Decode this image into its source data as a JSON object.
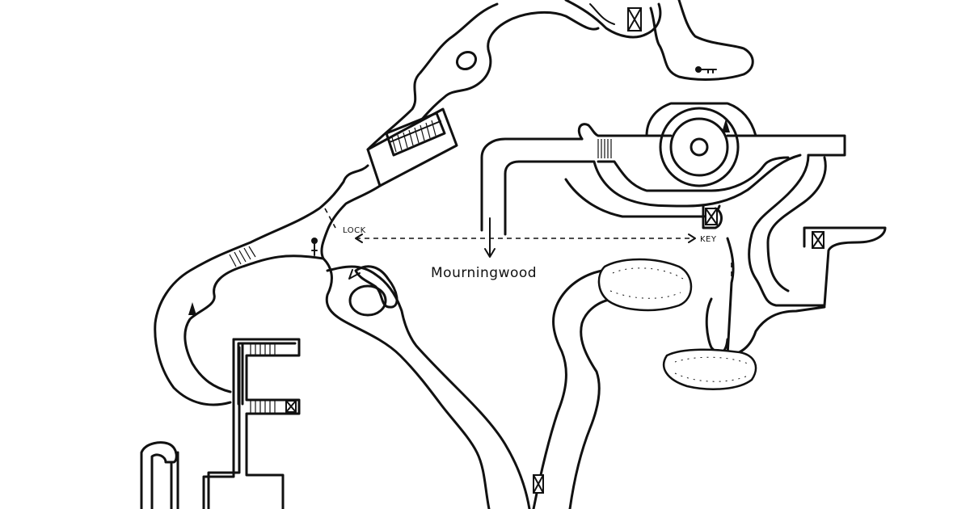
{
  "map": {
    "area_name": "Mourningwood",
    "annotations": {
      "lock": "LOCK",
      "key": "KEY"
    },
    "colors": {
      "ink": "#111111",
      "paper": "#ffffff"
    },
    "icons": [
      "key-icon",
      "keyhole-icon",
      "door-icon",
      "stairs-icon",
      "marker-icon"
    ]
  }
}
